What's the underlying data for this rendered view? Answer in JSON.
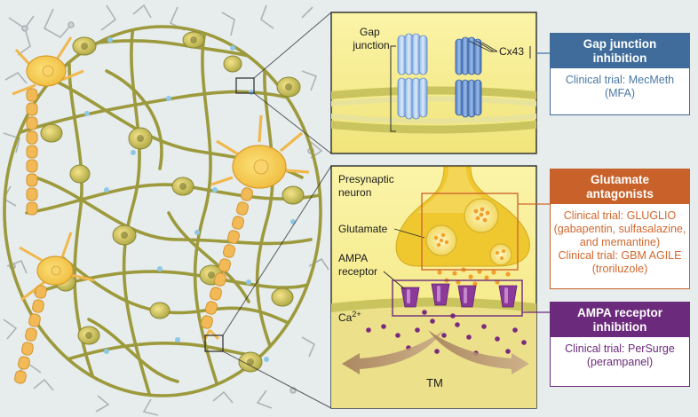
{
  "top_panel": {
    "gap_junction_label": "Gap\njunction",
    "cx43_label": "Cx43"
  },
  "bottom_panel": {
    "presynaptic_label": "Presynaptic\nneuron",
    "glutamate_label": "Glutamate",
    "ampa_receptor_label": "AMPA\nreceptor",
    "calcium_label": "Ca",
    "calcium_superscript": "2+",
    "tm_label": "TM"
  },
  "boxes": {
    "gap": {
      "title": "Gap junction\ninhibition",
      "body": "Clinical trial: MecMeth\n(MFA)"
    },
    "glutamate": {
      "title": "Glutamate\nantagonists",
      "body": "Clinical trial: GLUGLIO\n(gabapentin, sulfasalazine,\nand memantine)\nClinical trial: GBM AGILE\n(troriluzole)"
    },
    "ampa": {
      "title": "AMPA receptor\ninhibition",
      "body": "Clinical trial: PerSurge\n(perampanel)"
    }
  },
  "colors": {
    "gap_accent": "#3f6c9a",
    "glutamate_accent": "#c8622a",
    "ampa_accent": "#6c2a7c",
    "neuron_yellow": "#f3c542",
    "network_green": "#a9a64a",
    "membrane_olive": "#c4c05a"
  },
  "icons": [
    "connexon-icon",
    "neuron-icon",
    "astrocyte-icon",
    "receptor-icon",
    "vesicle-icon"
  ]
}
